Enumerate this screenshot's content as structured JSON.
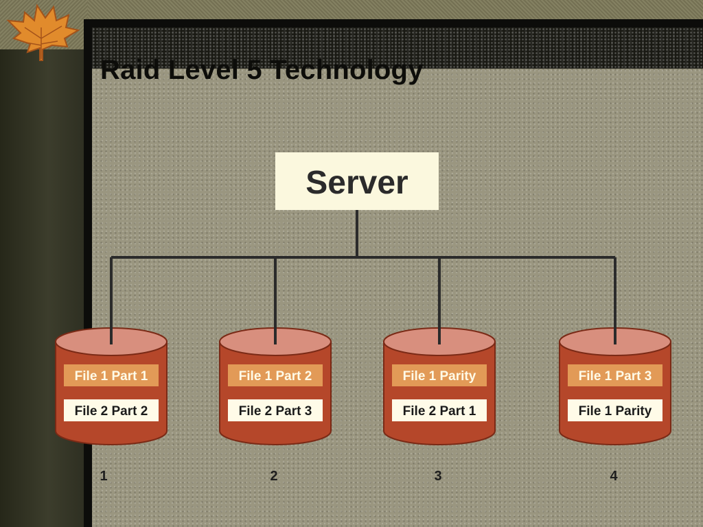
{
  "slide": {
    "title": "Raid Level 5 Technology"
  },
  "server": {
    "label": "Server"
  },
  "disks": [
    {
      "number": "1",
      "blocks": [
        "File 1 Part 1",
        "File 2 Part 2"
      ]
    },
    {
      "number": "2",
      "blocks": [
        "File 1 Part 2",
        "File 2 Part 3"
      ]
    },
    {
      "number": "3",
      "blocks": [
        "File 1 Parity",
        "File 2 Part 1"
      ]
    },
    {
      "number": "4",
      "blocks": [
        "File 1 Part 3",
        "File 1 Parity"
      ]
    }
  ],
  "colors": {
    "disk_body": "#b5472a",
    "disk_top": "#d88f7e",
    "block_orange": "#e29a57",
    "block_white": "#fffbe8",
    "server_box": "#fbf8de",
    "connector": "#2b2b2b"
  }
}
